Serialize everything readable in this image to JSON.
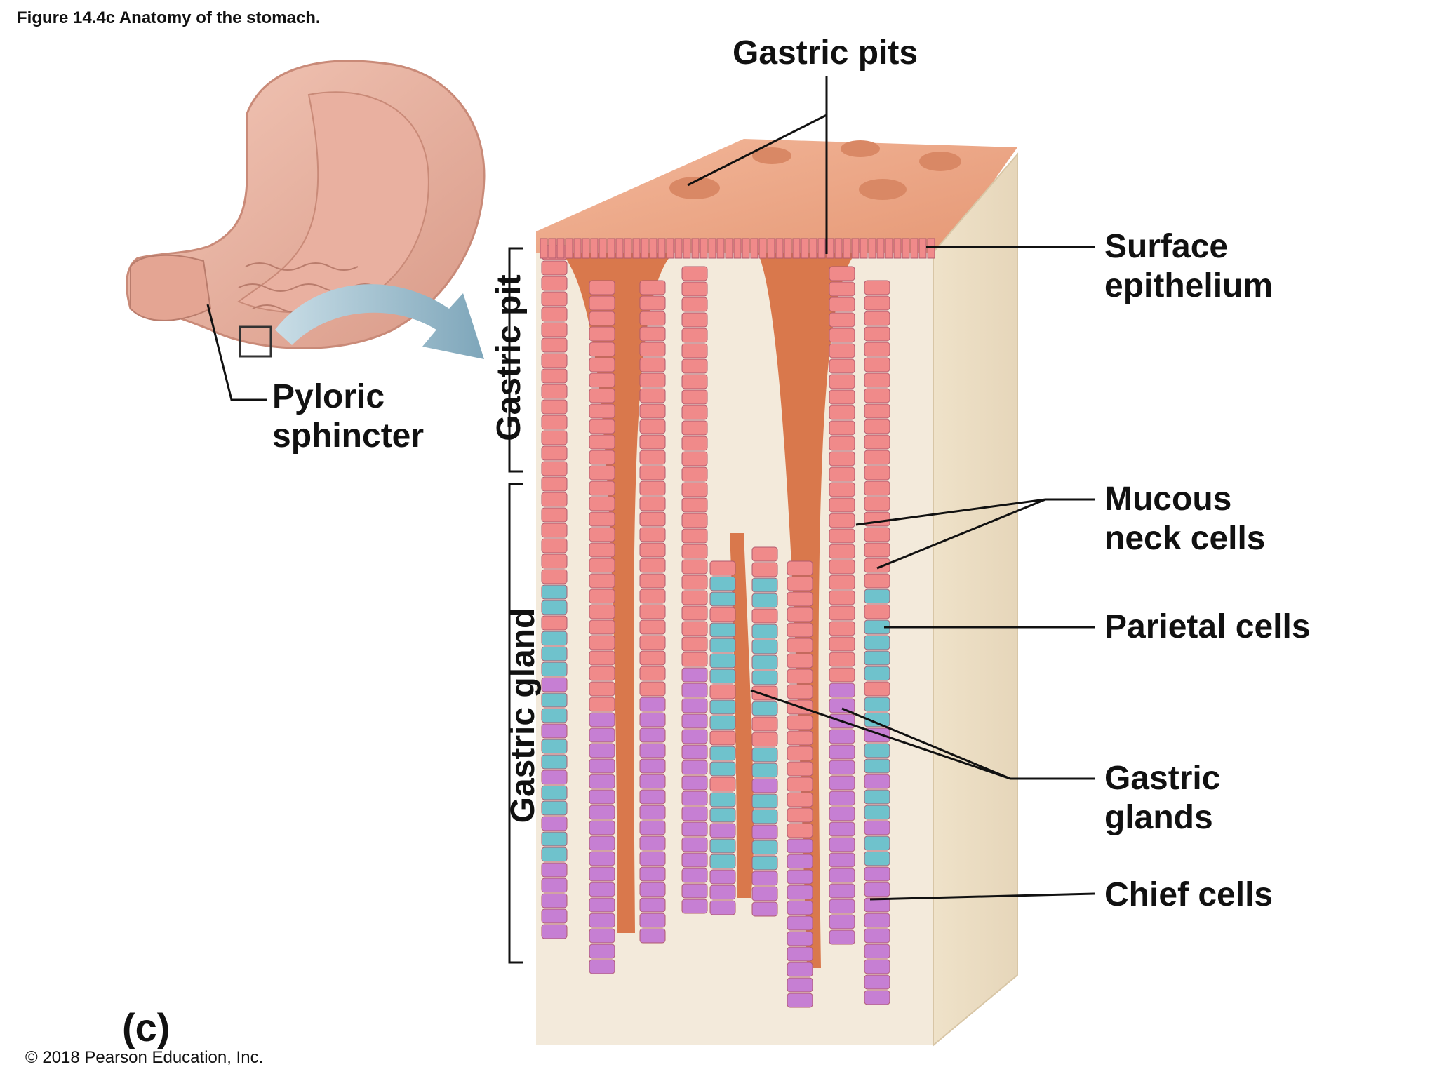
{
  "figure": {
    "title": "Figure 14.4c Anatomy of the stomach.",
    "panel_letter": "(c)",
    "copyright": "© 2018 Pearson Education, Inc."
  },
  "labels": {
    "gastric_pits": "Gastric pits",
    "surface_epithelium_1": "Surface",
    "surface_epithelium_2": "epithelium",
    "mucous_neck_1": "Mucous",
    "mucous_neck_2": "neck cells",
    "parietal_cells": "Parietal cells",
    "gastric_glands_1": "Gastric",
    "gastric_glands_2": "glands",
    "chief_cells": "Chief cells",
    "pyloric_1": "Pyloric",
    "pyloric_2": "sphincter",
    "gastric_pit_vertical": "Gastric pit",
    "gastric_gland_vertical": "Gastric gland"
  },
  "colors": {
    "tissue_top": "#e9a98a",
    "tissue_side": "#efe4cf",
    "tissue_front": "#f4ecdc",
    "lumen": "#d97a4e",
    "mucous_cells": "#f08a8a",
    "parietal_cells": "#6fc2cc",
    "chief_cells": "#c67fd3",
    "arrow": "#8fb3c4",
    "stomach": "#eab4a3"
  }
}
